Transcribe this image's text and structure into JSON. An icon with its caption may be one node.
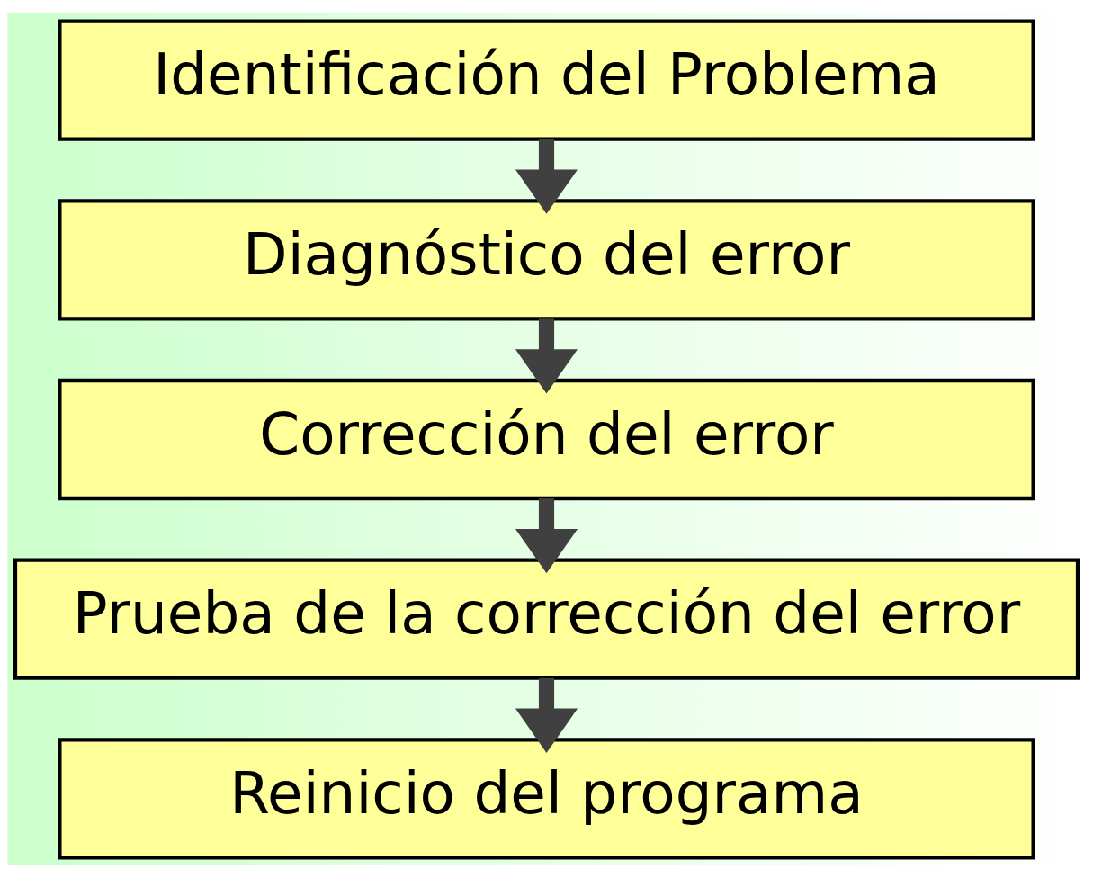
{
  "diagram": {
    "nodes": [
      {
        "text": [
          "Identificación del Problema"
        ]
      },
      {
        "text": [
          "Diagnóstico del error"
        ]
      },
      {
        "text": [
          "Corrección del error"
        ]
      },
      {
        "text": [
          "Prueba de la corrección del error"
        ]
      },
      {
        "text": [
          "Reinicio del programa"
        ]
      }
    ],
    "edges": [
      {
        "from": 0,
        "to": 1,
        "arrow": "to"
      },
      {
        "from": 1,
        "to": 2,
        "arrow": "to"
      },
      {
        "from": 2,
        "to": 3,
        "arrow": "to"
      },
      {
        "from": 3,
        "to": 4,
        "arrow": "to"
      }
    ]
  }
}
